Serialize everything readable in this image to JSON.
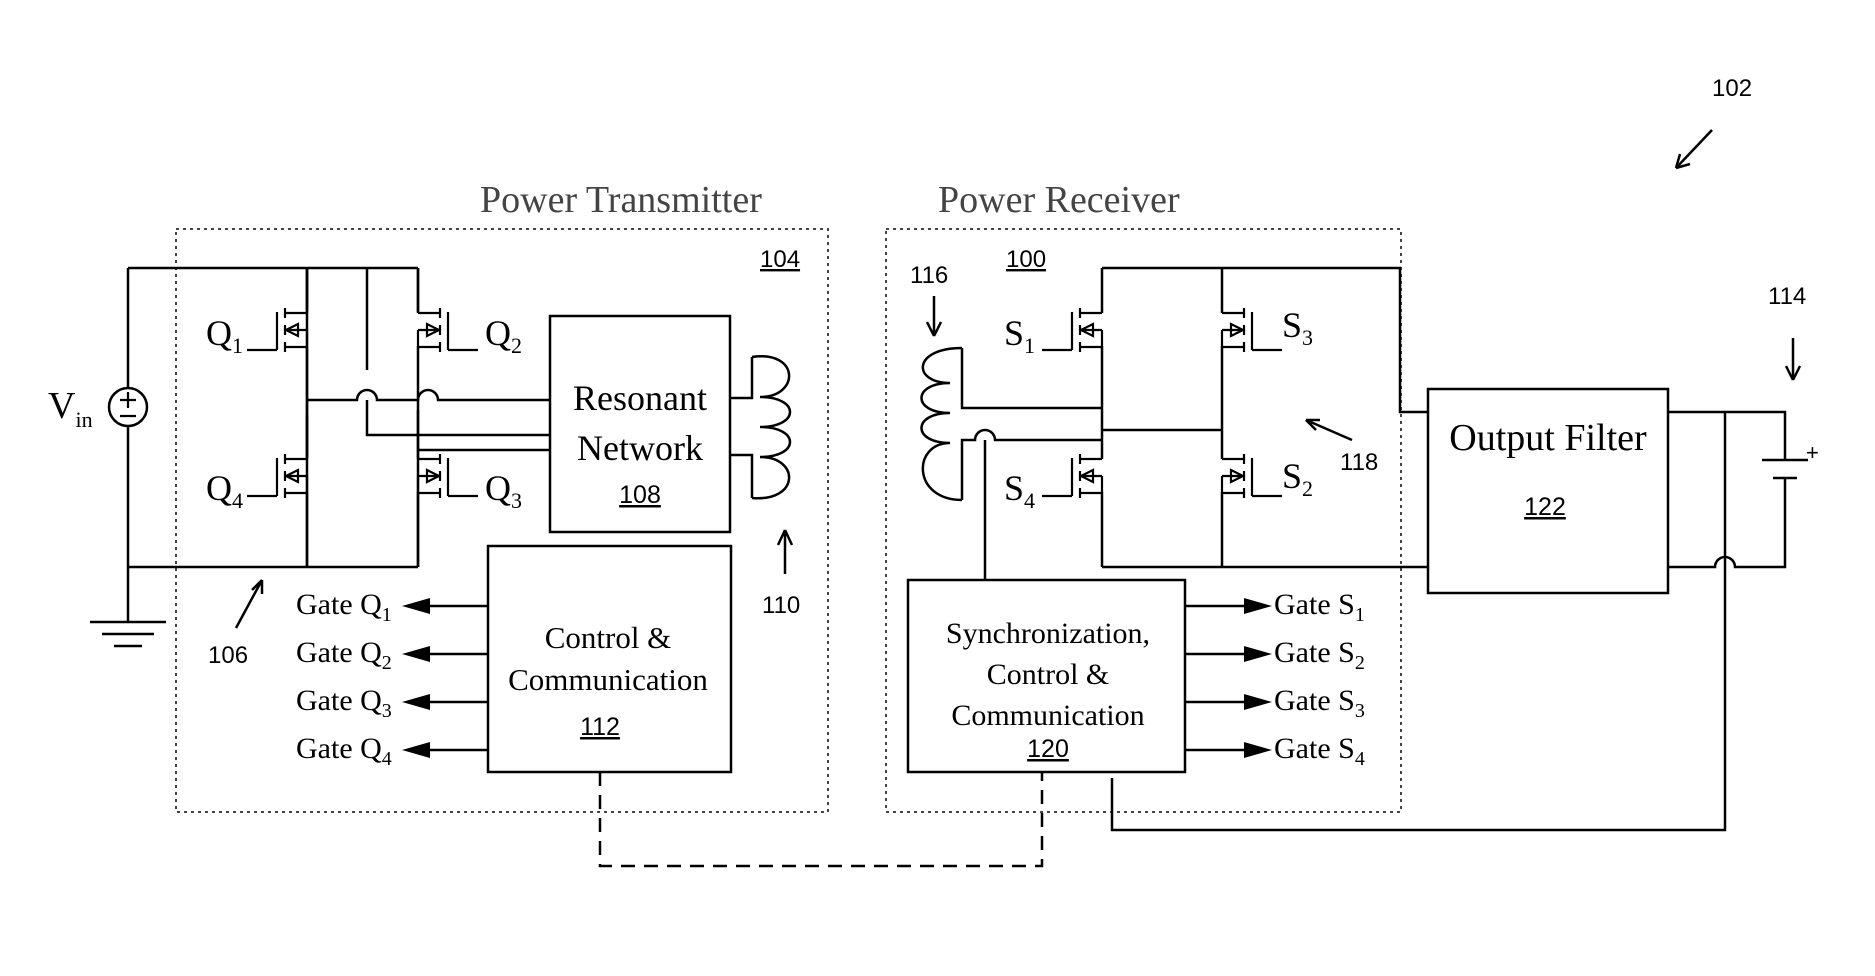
{
  "figure_ref": "102",
  "transmitter": {
    "title": "Power Transmitter",
    "ref": "104",
    "inverter_ref": "106",
    "coil_ref": "110",
    "source_label": "V",
    "source_sub": "in",
    "switches": [
      {
        "name": "Q",
        "sub": "1"
      },
      {
        "name": "Q",
        "sub": "2"
      },
      {
        "name": "Q",
        "sub": "3"
      },
      {
        "name": "Q",
        "sub": "4"
      }
    ],
    "resonant": {
      "line1": "Resonant",
      "line2": "Network",
      "ref": "108"
    },
    "control": {
      "line1": "Control &",
      "line2": "Communication",
      "ref": "112"
    },
    "gates": [
      {
        "label": "Gate Q",
        "sub": "1"
      },
      {
        "label": "Gate Q",
        "sub": "2"
      },
      {
        "label": "Gate Q",
        "sub": "3"
      },
      {
        "label": "Gate Q",
        "sub": "4"
      }
    ]
  },
  "receiver": {
    "title": "Power Receiver",
    "ref": "100",
    "coil_ref": "116",
    "rectifier_ref": "118",
    "switches": [
      {
        "name": "S",
        "sub": "1"
      },
      {
        "name": "S",
        "sub": "3"
      },
      {
        "name": "S",
        "sub": "4"
      },
      {
        "name": "S",
        "sub": "2"
      }
    ],
    "control": {
      "line1": "Synchronization,",
      "line2": "Control &",
      "line3": "Communication",
      "ref": "120"
    },
    "gates": [
      {
        "label": "Gate S",
        "sub": "1"
      },
      {
        "label": "Gate S",
        "sub": "2"
      },
      {
        "label": "Gate S",
        "sub": "3"
      },
      {
        "label": "Gate S",
        "sub": "4"
      }
    ]
  },
  "output_filter": {
    "label": "Output Filter",
    "ref": "122"
  },
  "battery": {
    "ref": "114",
    "plus": "+"
  }
}
